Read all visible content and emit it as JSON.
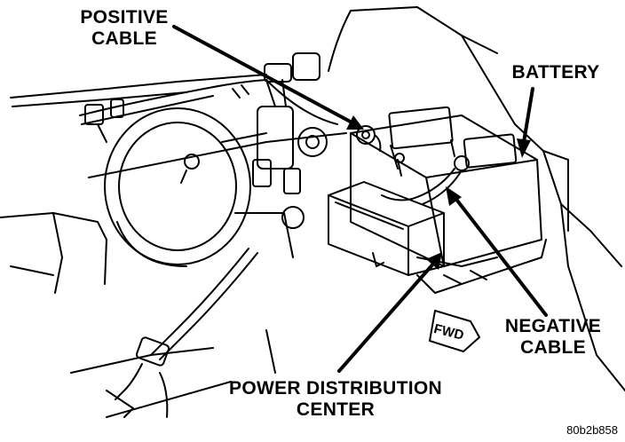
{
  "labels": {
    "positive_cable": [
      "POSITIVE",
      "CABLE"
    ],
    "battery": "BATTERY",
    "negative_cable": [
      "NEGATIVE",
      "CABLE"
    ],
    "power_distribution_center": [
      "POWER DISTRIBUTION",
      "CENTER"
    ]
  },
  "direction_marker": "FWD",
  "figure_code": "80b2b858",
  "colors": {
    "ink": "#000000",
    "paper": "#ffffff"
  }
}
